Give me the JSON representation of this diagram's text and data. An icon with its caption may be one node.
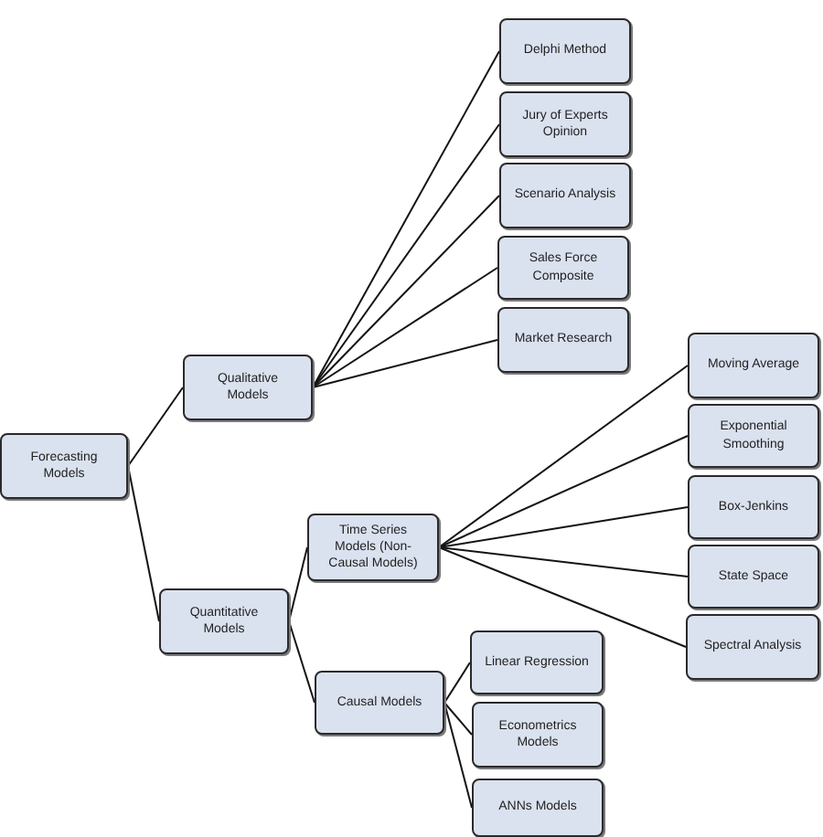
{
  "diagram": {
    "nodes": [
      {
        "text": [
          "Forecasting Models"
        ]
      },
      {
        "text": [
          "Qualitative Models"
        ]
      },
      {
        "text": [
          "Quantitative Models"
        ]
      },
      {
        "text": [
          "Delphi Method"
        ]
      },
      {
        "text": [
          "Jury of Experts Opinion"
        ]
      },
      {
        "text": [
          "Scenario Analysis"
        ]
      },
      {
        "text": [
          "Sales Force Composite"
        ]
      },
      {
        "text": [
          "Market Research"
        ]
      },
      {
        "text": [
          "Time Series Models (Non-Causal Models)"
        ]
      },
      {
        "text": [
          "Causal Models"
        ]
      },
      {
        "text": [
          "Moving Average"
        ]
      },
      {
        "text": [
          "Exponential Smoothing"
        ]
      },
      {
        "text": [
          "Box-Jenkins"
        ]
      },
      {
        "text": [
          "State Space"
        ]
      },
      {
        "text": [
          "Spectral Analysis"
        ]
      },
      {
        "text": [
          "Linear Regression"
        ]
      },
      {
        "text": [
          "Econometrics Models"
        ]
      },
      {
        "text": [
          "ANNs Models"
        ]
      }
    ],
    "edges": [
      {
        "from": 0,
        "to": 1,
        "arrow": "none"
      },
      {
        "from": 0,
        "to": 2,
        "arrow": "none"
      },
      {
        "from": 1,
        "to": 3,
        "arrow": "none"
      },
      {
        "from": 1,
        "to": 4,
        "arrow": "none"
      },
      {
        "from": 1,
        "to": 5,
        "arrow": "none"
      },
      {
        "from": 1,
        "to": 6,
        "arrow": "none"
      },
      {
        "from": 1,
        "to": 7,
        "arrow": "none"
      },
      {
        "from": 2,
        "to": 8,
        "arrow": "none"
      },
      {
        "from": 2,
        "to": 9,
        "arrow": "none"
      },
      {
        "from": 8,
        "to": 10,
        "arrow": "none"
      },
      {
        "from": 8,
        "to": 11,
        "arrow": "none"
      },
      {
        "from": 8,
        "to": 12,
        "arrow": "none"
      },
      {
        "from": 8,
        "to": 13,
        "arrow": "none"
      },
      {
        "from": 8,
        "to": 14,
        "arrow": "none"
      },
      {
        "from": 9,
        "to": 15,
        "arrow": "none"
      },
      {
        "from": 9,
        "to": 16,
        "arrow": "none"
      },
      {
        "from": 9,
        "to": 17,
        "arrow": "none"
      }
    ]
  }
}
